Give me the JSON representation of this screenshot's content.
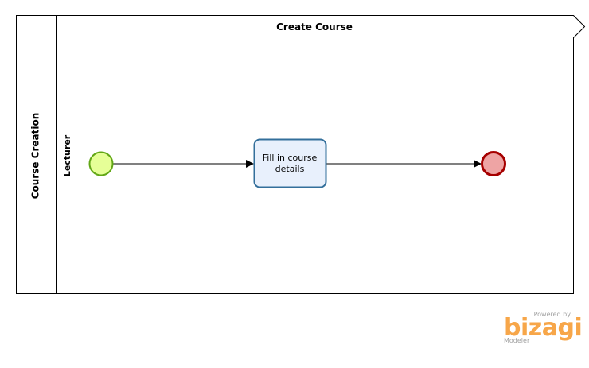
{
  "pool": {
    "label": "Course Creation"
  },
  "lane": {
    "label": "Lecturer"
  },
  "phase": {
    "label": "Create Course"
  },
  "task": {
    "label_line1": "Fill in course",
    "label_line2": "details",
    "fill_color": "#e8f0fc",
    "stroke_color": "#336f9b"
  },
  "start_event": {
    "fill_color": "#e6ff97",
    "stroke_color": "#62a716"
  },
  "end_event": {
    "fill_color": "#eea4a4",
    "stroke_color": "#a60000"
  },
  "watermark": {
    "powered_by": "Powered by",
    "brand": "bizagi",
    "product": "Modeler",
    "brand_color": "#f7a649"
  }
}
